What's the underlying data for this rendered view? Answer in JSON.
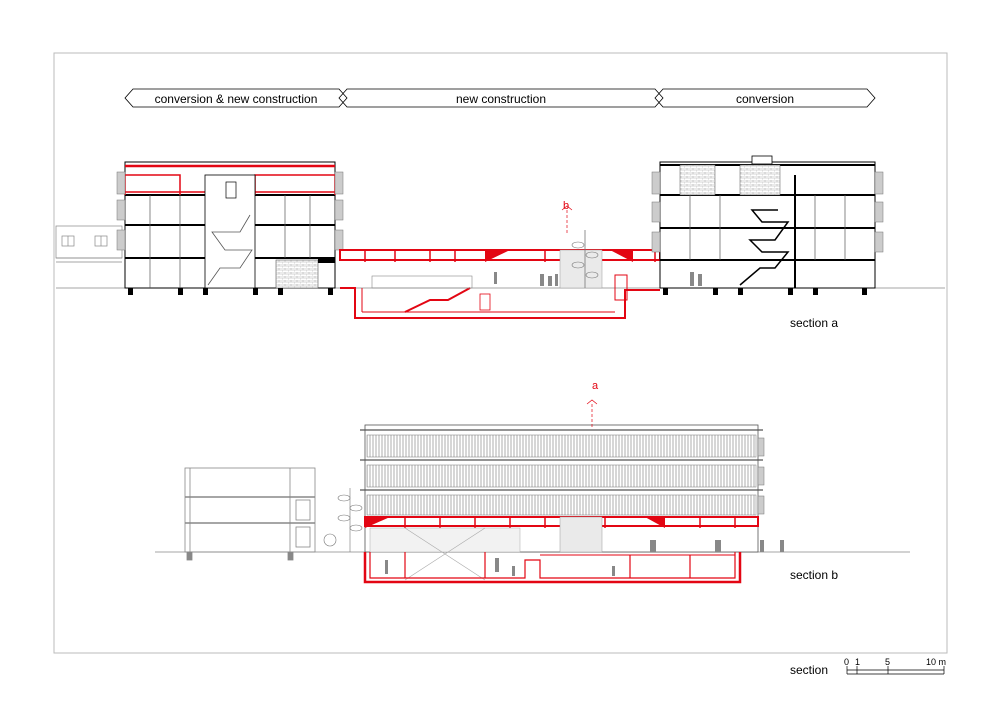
{
  "phases": {
    "left": "conversion & new construction",
    "middle": "new construction",
    "right": "conversion"
  },
  "sections": {
    "a_label": "section a",
    "b_label": "section b",
    "marker_a": "a",
    "marker_b": "b"
  },
  "legend": {
    "title": "section",
    "scale_ticks": [
      "0",
      "1",
      "5",
      "10 m"
    ]
  },
  "colors": {
    "new_construction": "#e30613",
    "existing": "#000000",
    "elevation": "#888888",
    "frame": "#bbbbbb"
  }
}
